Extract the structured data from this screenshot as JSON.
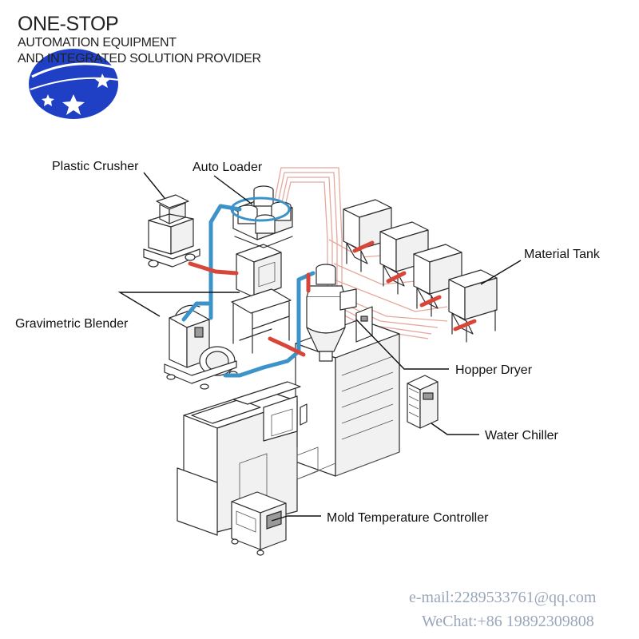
{
  "header": {
    "title": "ONE-STOP",
    "line1": "AUTOMATION EQUIPMENT",
    "line2": "AND INTEGRATED SOLUTION PROVIDER"
  },
  "labels": {
    "plastic_crusher": "Plastic Crusher",
    "auto_loader": "Auto Loader",
    "material_tank": "Material Tank",
    "gravimetric_blender": "Gravimetric Blender",
    "hopper_dryer": "Hopper Dryer",
    "water_chiller": "Water Chiller",
    "mold_temperature_controller": "Mold Temperature Controller"
  },
  "contact": {
    "email": "e-mail:2289533761@qq.com",
    "wechat": "WeChat:+86  19892309808"
  },
  "colors": {
    "logo_blue": "#1f3fc4",
    "pipe_blue": "#3b93c9",
    "pipe_red": "#d8463a",
    "contact_text": "#9aa7bb"
  }
}
